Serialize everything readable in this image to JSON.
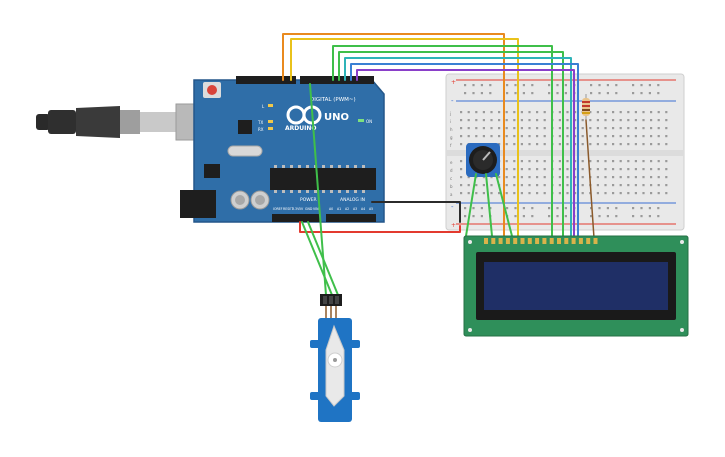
{
  "arduino": {
    "brand": "ARDUINO",
    "model": "UNO",
    "digital_header": "DIGITAL (PWM~)",
    "power_header": "POWER",
    "analog_header": "ANALOG IN",
    "led_l": "L",
    "led_tx": "TX",
    "led_rx": "RX",
    "led_on": "ON",
    "ioref": "IOREF",
    "reset": "RESET",
    "v33": "3.3V",
    "v5": "5V",
    "gnd": "GND",
    "vin": "VIN",
    "a0": "A0",
    "a1": "A1",
    "a2": "A2",
    "a3": "A3",
    "a4": "A4",
    "a5": "A5"
  },
  "breadboard": {
    "row_labels_top": [
      "j",
      "i",
      "h",
      "g",
      "f"
    ],
    "row_labels_bottom": [
      "e",
      "d",
      "c",
      "b",
      "a"
    ],
    "plus": "+",
    "minus": "-"
  },
  "colors": {
    "board": "#2f6ea8",
    "board_dark": "#1f4f7d",
    "lcd_pcb": "#2f8f5a",
    "lcd_screen": "#1f2f66",
    "servo": "#1f74c4",
    "wire_red": "#e33a2f",
    "wire_black": "#2b2b2b",
    "wire_orange": "#e98a1f",
    "wire_yellow": "#e9c21b",
    "wire_green": "#3fbf4a",
    "wire_teal": "#2fb3b8",
    "wire_blue": "#3a7fd4",
    "wire_purple": "#8a3fc9",
    "wire_brown": "#8b5a2b"
  }
}
